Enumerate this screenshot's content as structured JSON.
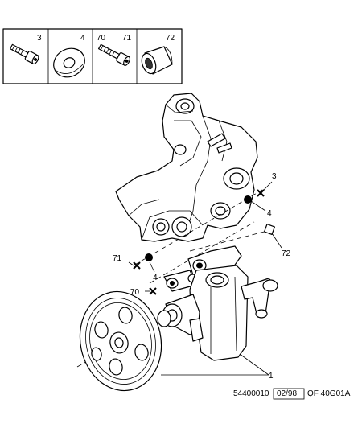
{
  "legend": {
    "cells": [
      {
        "refs": [
          "3"
        ],
        "part": "bolt-icon"
      },
      {
        "refs": [
          "4"
        ],
        "part": "washer-icon"
      },
      {
        "refs": [
          "70",
          "71"
        ],
        "part": "bolt-icon"
      },
      {
        "refs": [
          "72"
        ],
        "part": "bushing-icon"
      }
    ]
  },
  "callouts": {
    "c3": "3",
    "c4_top": "4",
    "c72": "72",
    "c71": "71",
    "c4_mid": "4",
    "c70": "70",
    "c1": "1"
  },
  "footer": {
    "ref_code": "54400010",
    "date": "02/98",
    "plate_code": "QF 40G01A"
  }
}
